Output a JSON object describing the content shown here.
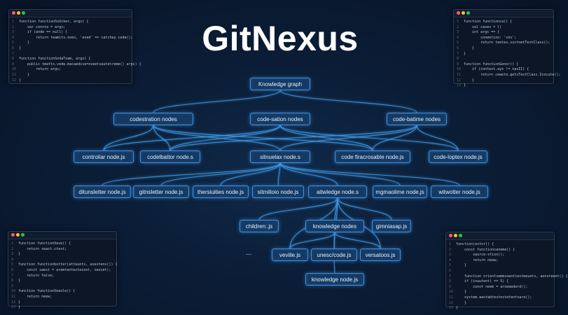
{
  "title": "GitNexus",
  "colors": {
    "edge": "#3f9ae8",
    "node_fill": "#143a64",
    "node_border": "#3f8fd9",
    "background": "#0b1d36"
  },
  "nodes": [
    {
      "id": "kg",
      "label": "Knowledge graph"
    },
    {
      "id": "cn1",
      "label": "codestration nodes"
    },
    {
      "id": "cn2",
      "label": "code-sation nodes"
    },
    {
      "id": "cn3",
      "label": "code-batime nodes"
    },
    {
      "id": "l2a",
      "label": "controilar node.js"
    },
    {
      "id": "l2b",
      "label": "codelbattor node.s"
    },
    {
      "id": "l2c",
      "label": "sitnuelax node.s"
    },
    {
      "id": "l2d",
      "label": "code firacrosabte node.js"
    },
    {
      "id": "l2e",
      "label": "code-loptex node.js"
    },
    {
      "id": "l3a",
      "label": "ditunsletter node.js"
    },
    {
      "id": "l3b",
      "label": "gitnsletter node.js"
    },
    {
      "id": "l3c",
      "label": "thersiuities node.js"
    },
    {
      "id": "l3d",
      "label": "sitmilioio node.js"
    },
    {
      "id": "l3e",
      "label": "aitwledge node.s"
    },
    {
      "id": "l3f",
      "label": "mgmaolime node.js"
    },
    {
      "id": "l3g",
      "label": "witwotter node.js"
    },
    {
      "id": "l4a",
      "label": "children:.js"
    },
    {
      "id": "l4b",
      "label": "knowledge nodes"
    },
    {
      "id": "l4c",
      "label": "gimniasap.js"
    },
    {
      "id": "l5a",
      "label": "veviile.js"
    },
    {
      "id": "l5b",
      "label": "unesc/code.js"
    },
    {
      "id": "l5c",
      "label": "versatoos.js"
    },
    {
      "id": "l6",
      "label": "knowledge node.js"
    }
  ],
  "edges": [
    [
      "kg",
      "cn1"
    ],
    [
      "kg",
      "cn2"
    ],
    [
      "kg",
      "cn3"
    ],
    [
      "cn1",
      "l2a"
    ],
    [
      "cn1",
      "l2b"
    ],
    [
      "cn1",
      "l2c"
    ],
    [
      "cn1",
      "l2d"
    ],
    [
      "cn2",
      "l2a"
    ],
    [
      "cn2",
      "l2b"
    ],
    [
      "cn2",
      "l2c"
    ],
    [
      "cn2",
      "l2d"
    ],
    [
      "cn2",
      "l2e"
    ],
    [
      "cn3",
      "l2b"
    ],
    [
      "cn3",
      "l2c"
    ],
    [
      "cn3",
      "l2d"
    ],
    [
      "cn3",
      "l2e"
    ],
    [
      "l2c",
      "l3a"
    ],
    [
      "l2c",
      "l3b"
    ],
    [
      "l2c",
      "l3c"
    ],
    [
      "l2c",
      "l3d"
    ],
    [
      "l2c",
      "l3e"
    ],
    [
      "l2c",
      "l3f"
    ],
    [
      "l2c",
      "l3g"
    ],
    [
      "l3e",
      "l4a"
    ],
    [
      "l3e",
      "l4b"
    ],
    [
      "l3e",
      "l4c"
    ],
    [
      "l3e",
      "l5a"
    ],
    [
      "l3e",
      "l5b"
    ],
    [
      "l3e",
      "l5c"
    ],
    [
      "l4b",
      "l5a"
    ],
    [
      "l4b",
      "l5b"
    ],
    [
      "l4b",
      "l5c"
    ],
    [
      "l5b",
      "l6"
    ]
  ],
  "ellipsis": "...",
  "panels": {
    "tl": {
      "lines": [
        {
          "n": "1",
          "t": "function functionSsUcker, args) {"
        },
        {
          "n": "2",
          "t": "    var consta = args;"
        },
        {
          "n": "3",
          "t": "    if (ande == null) {"
        },
        {
          "n": "4",
          "t": "        return teamits.noes, 'aved' => catchey.ceda();"
        },
        {
          "n": "5",
          "t": "    }"
        },
        {
          "n": "6",
          "t": "}"
        },
        {
          "n": "7",
          "t": ""
        },
        {
          "n": "8",
          "t": "function functionSodaToam, args) {"
        },
        {
          "n": "9",
          "t": "    public tmatts.vede.macaedise=oveetsautetreme() args) {"
        },
        {
          "n": "10",
          "t": "        return args;"
        },
        {
          "n": "11",
          "t": "    }"
        },
        {
          "n": "12",
          "t": "}"
        }
      ]
    },
    "tr": {
      "lines": [
        {
          "n": "1",
          "t": "function functionca() {"
        },
        {
          "n": "2",
          "t": "    val cases = ()"
        },
        {
          "n": "3",
          "t": "    int args == {"
        },
        {
          "n": "4",
          "t": "        coneetion: 'ces';"
        },
        {
          "n": "5",
          "t": "        return teetes.ssctnetTestClass();"
        },
        {
          "n": "6",
          "t": "    }"
        },
        {
          "n": "7",
          "t": "}"
        },
        {
          "n": "8",
          "t": ""
        },
        {
          "n": "9",
          "t": "function functionGenor() {"
        },
        {
          "n": "10",
          "t": "    if (context.ays != nasII) {"
        },
        {
          "n": "11",
          "t": "        return cewete.getsTestClass.Icocute();"
        },
        {
          "n": "12",
          "t": "    }"
        },
        {
          "n": "13",
          "t": "}"
        }
      ]
    },
    "bl": {
      "lines": [
        {
          "n": "1",
          "t": "function functionVave() {"
        },
        {
          "n": "2",
          "t": "    return seast.ctest;"
        },
        {
          "n": "3",
          "t": "}"
        },
        {
          "n": "4",
          "t": ""
        },
        {
          "n": "5",
          "t": "function functionbotter(atteuntx, avestens()) {"
        },
        {
          "n": "6",
          "t": "    const saest = aremtentestesoot, veocet);"
        },
        {
          "n": "7",
          "t": "    return false;"
        },
        {
          "n": "8",
          "t": "}"
        },
        {
          "n": "9",
          "t": ""
        },
        {
          "n": "10",
          "t": "function functionVeeole() {"
        },
        {
          "n": "11",
          "t": "    return neew;"
        },
        {
          "n": "12",
          "t": "}"
        },
        {
          "n": "13",
          "t": "}"
        }
      ]
    },
    "br": {
      "lines": [
        {
          "n": "1",
          "t": "function(estor() {"
        },
        {
          "n": "2",
          "t": "    const functionceneme() {"
        },
        {
          "n": "3",
          "t": "        saurce-stion();"
        },
        {
          "n": "4",
          "t": "        return neew;"
        },
        {
          "n": "5",
          "t": "    }"
        },
        {
          "n": "6",
          "t": ""
        },
        {
          "n": "7",
          "t": "    function orientsemmsoentievtmouets, aonsteent() {"
        },
        {
          "n": "8",
          "t": "    if (inuutent) == 5) {"
        },
        {
          "n": "9",
          "t": "        const neem = aroeaederd();"
        },
        {
          "n": "10",
          "t": "    }"
        },
        {
          "n": "11",
          "t": "    system.aastabtevtestetentsare();"
        },
        {
          "n": "12",
          "t": "    }"
        },
        {
          "n": "13",
          "t": "}"
        }
      ]
    }
  }
}
